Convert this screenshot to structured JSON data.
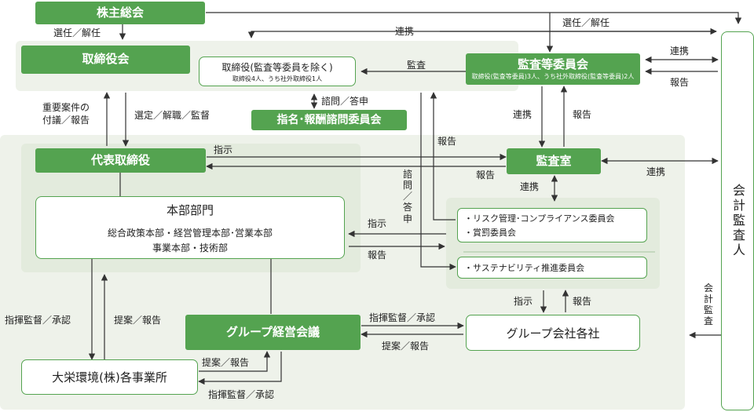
{
  "nodes": {
    "shareholders_meeting": "株主総会",
    "board": "取締役会",
    "directors_excl_audit": "取締役(監査等委員を除く)",
    "directors_excl_audit_sub": "取締役4人、うち社外取締役1人",
    "audit_committee": "監査等委員会",
    "audit_committee_sub": "取締役(監査等委員)3人、うち社外取締役(監査等委員)2人",
    "nomination_committee": "指名･報酬諮問委員会",
    "president": "代表取締役",
    "audit_office": "監査室",
    "hq": "本部部門",
    "hq_sub1": "総合政策本部・経営管理本部･営業本部",
    "hq_sub2": "事業本部・技術部",
    "risk_committee": "・リスク管理･コンプライアンス委員会",
    "reward_committee": "・賞罰委員会",
    "sustainability_committee": "・サステナビリティ推進委員会",
    "group_council": "グループ経営会議",
    "group_companies": "グループ会社各社",
    "offices": "大栄環境(株)各事業所",
    "auditor": "会計監査人"
  },
  "labels": {
    "appoint_dismiss_left": "選任／解任",
    "appoint_dismiss_right": "選任／解任",
    "cooperation_top": "連携",
    "cooperation_right": "連携",
    "cooperation_audit_office_right": "連携",
    "cooperation_vertical": "連携",
    "cooperation_audit_office_down": "連携",
    "report_right": "報告",
    "audit": "監査",
    "consult_answer_horizontal": "諮問／答申",
    "important_matters": "重要案件の",
    "referral_report": "付議／報告",
    "select_dismiss_supervise": "選定／解職／監督",
    "report_vertical": "報告",
    "report_mid": "報告",
    "instruction": "指示",
    "report_to_president": "報告",
    "consult_answer_vertical": "諮問／答申",
    "instruction_hq": "指示",
    "report_hq": "報告",
    "instruction_group": "指示",
    "report_group": "報告",
    "command_approve_left": "指揮監督／承認",
    "proposal_report_left": "提案／報告",
    "command_approve_group": "指揮監督／承認",
    "proposal_report_group": "提案／報告",
    "proposal_report_bottom": "提案／報告",
    "command_approve_bottom": "指揮監督／承認",
    "accounting_audit": "会計監査"
  },
  "colors": {
    "primary_green": "#54a350",
    "zone_bg": "#eef2ea",
    "inner_bg": "#e3ebdd",
    "line": "#333333"
  }
}
